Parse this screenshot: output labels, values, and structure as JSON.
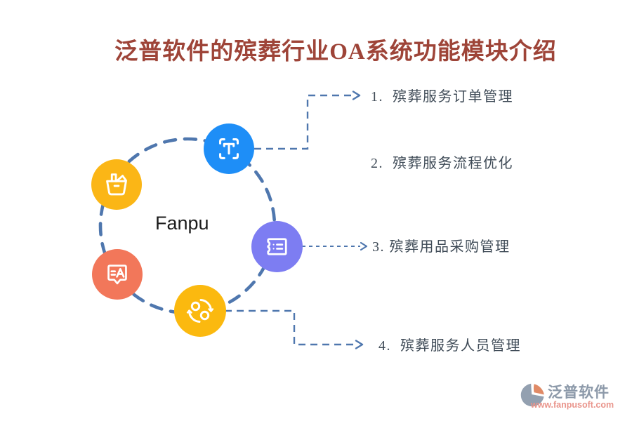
{
  "title": {
    "text": "泛普软件的殡葬行业OA系统功能模块介绍",
    "color": "#9E4438"
  },
  "diagram": {
    "center_label": "Fanpu",
    "circle_color": "#4F77AE",
    "connector_color": "#4F77AE",
    "icons": {
      "scan_text": {
        "name": "scan-text-icon",
        "color": "#1E8EF7"
      },
      "basket": {
        "name": "basket-icon",
        "color": "#FBB616"
      },
      "ticket": {
        "name": "ticket-list-icon",
        "color": "#7D7DF2"
      },
      "translate": {
        "name": "translate-bubble-icon",
        "color": "#F2775A"
      },
      "sync": {
        "name": "sync-icon",
        "color": "#FBB90F"
      }
    }
  },
  "modules": [
    {
      "label": "1.  殡葬服务订单管理"
    },
    {
      "label": "2.  殡葬服务流程优化"
    },
    {
      "label": "3. 殡葬用品采购管理"
    },
    {
      "label": "4.  殡葬服务人员管理"
    }
  ],
  "text_color": "#3E4A56",
  "footer": {
    "brand": "泛普软件",
    "url": "www.fanpusoft.com",
    "brand_color": "#8C99A9",
    "url_color": "#E9948B",
    "logo_gray": "#93A0B0",
    "logo_orange": "#E08A66"
  }
}
